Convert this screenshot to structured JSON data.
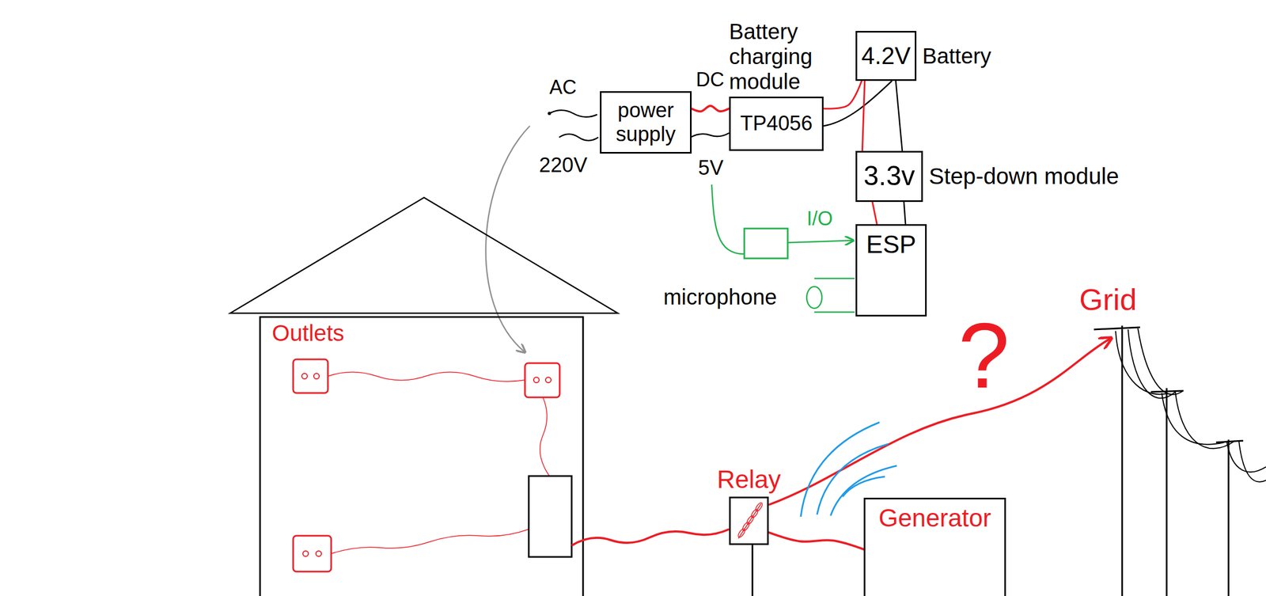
{
  "diagram": {
    "nodes": [
      {
        "text": [
          "power supply"
        ]
      },
      {
        "text": [
          "Battery charging module",
          "TP4056"
        ]
      },
      {
        "text": [
          "4.2V",
          "Battery"
        ]
      },
      {
        "text": [
          "3.3v",
          "Step-down module"
        ]
      },
      {
        "text": [
          "ESP"
        ]
      },
      {
        "text": [
          "Relay"
        ]
      },
      {
        "text": [
          "Generator"
        ]
      }
    ],
    "edges": [
      {
        "from": 0,
        "to": 1,
        "arrow": "none"
      },
      {
        "from": 1,
        "to": 2,
        "arrow": "none"
      },
      {
        "from": 2,
        "to": 3,
        "arrow": "none"
      },
      {
        "from": 3,
        "to": 4,
        "arrow": "none"
      },
      {
        "from": 5,
        "to": 6,
        "arrow": "none"
      }
    ],
    "labels": [
      "AC",
      "220V",
      "DC",
      "5V",
      "I/O",
      "microphone",
      "Outlets",
      "?",
      "Grid"
    ]
  }
}
